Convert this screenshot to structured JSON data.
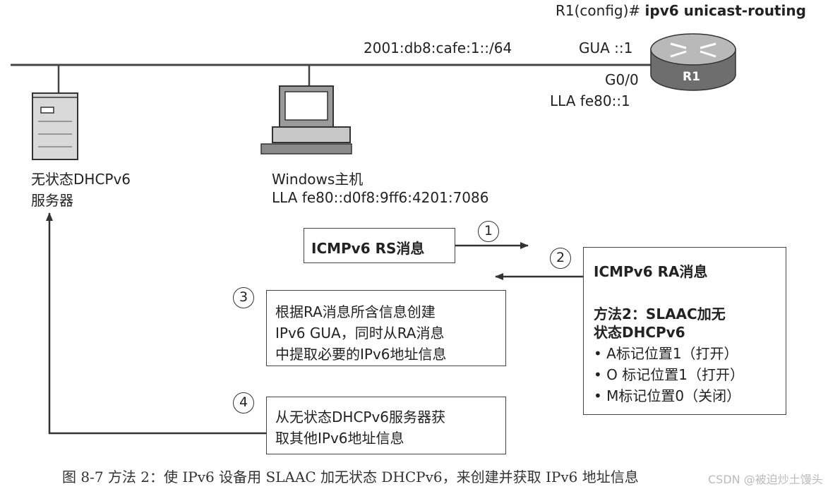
{
  "router": {
    "command_prefix": "R1(config)# ",
    "command": "ipv6 unicast-routing",
    "name": "R1",
    "gua": "GUA ::1",
    "interface": "G0/0",
    "lla": "LLA fe80::1"
  },
  "network": {
    "prefix": "2001:db8:cafe:1::/64"
  },
  "server": {
    "line1": "无状态DHCPv6",
    "line2": "服务器"
  },
  "host": {
    "name": "Windows主机",
    "lla": "LLA  fe80::d0f8:9ff6:4201:7086"
  },
  "steps": {
    "s1": {
      "num": "1",
      "text": "ICMPv6 RS消息"
    },
    "s2": {
      "num": "2",
      "title": "ICMPv6 RA消息",
      "method1": "方法2：SLAAC加无",
      "method2": "状态DHCPv6",
      "items": [
        "• A标记位置1（打开）",
        "• O 标记位置1（打开）",
        "• M标记位置0（关闭）"
      ]
    },
    "s3": {
      "num": "3",
      "lines": [
        "根据RA消息所含信息创建",
        "IPv6 GUA，同时从RA消息",
        "中提取必要的IPv6地址信息"
      ]
    },
    "s4": {
      "num": "4",
      "lines": [
        "从无状态DHCPv6服务器获",
        "取其他IPv6地址信息"
      ]
    }
  },
  "caption": "图 8-7   方法 2：使 IPv6 设备用 SLAAC 加无状态 DHCPv6，来创建并获取 IPv6 地址信息",
  "watermark": "CSDN @被迫炒土馒头"
}
